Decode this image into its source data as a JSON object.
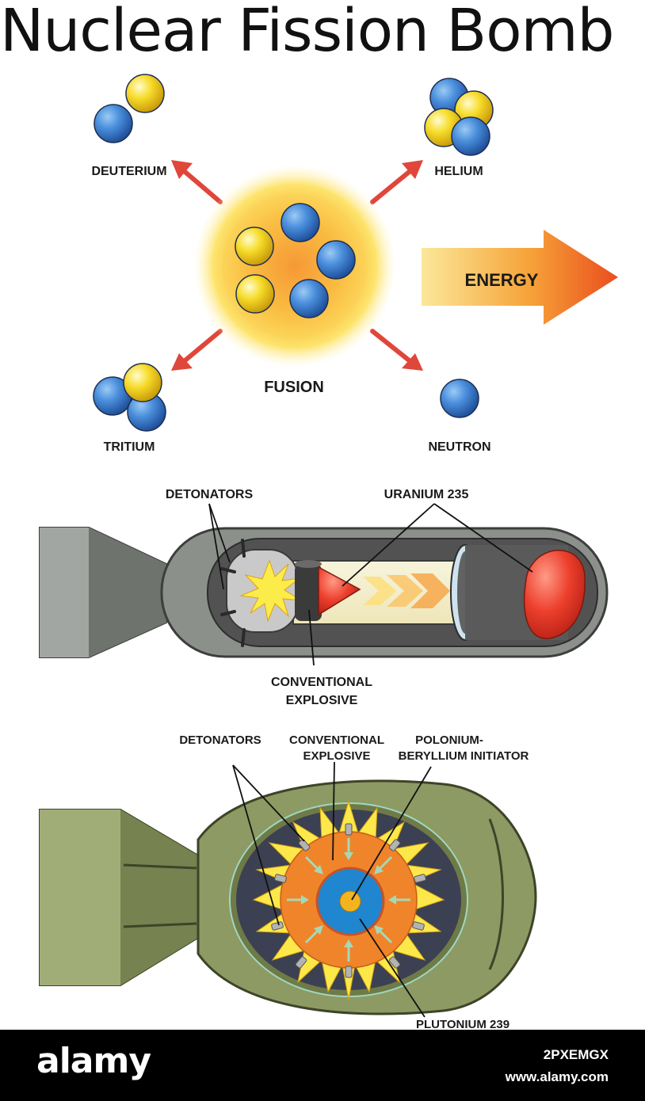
{
  "title": "Nuclear Fission Bomb",
  "fusion": {
    "center_label": "FUSION",
    "deuterium_label": "DEUTERIUM",
    "helium_label": "HELIUM",
    "tritium_label": "TRITIUM",
    "neutron_label": "NEUTRON",
    "energy_label": "ENERGY"
  },
  "gun_bomb": {
    "detonators_label": "DETONATORS",
    "uranium_label": "URANIUM 235",
    "explosive_line1": "CONVENTIONAL",
    "explosive_line2": "EXPLOSIVE"
  },
  "implosion_bomb": {
    "detonators_label": "DETONATORS",
    "explosive_line1": "CONVENTIONAL",
    "explosive_line2": "EXPLOSIVE",
    "initiator_line1": "POLONIUM-",
    "initiator_line2": "BERYLLIUM INITIATOR",
    "plutonium_label": "PLUTONIUM 239"
  },
  "footer": {
    "brand": "alamy",
    "image_id": "2PXEMGX",
    "site": "www.alamy.com"
  },
  "colors": {
    "proton": "#f6d21f",
    "neutron": "#3d7fd0",
    "arrow_red": "#e0463a",
    "bomb_gray": "#8b908b",
    "bomb_olive": "#8d9a63",
    "explosive_orange": "#f0842a",
    "core_blue": "#1f86cf"
  }
}
